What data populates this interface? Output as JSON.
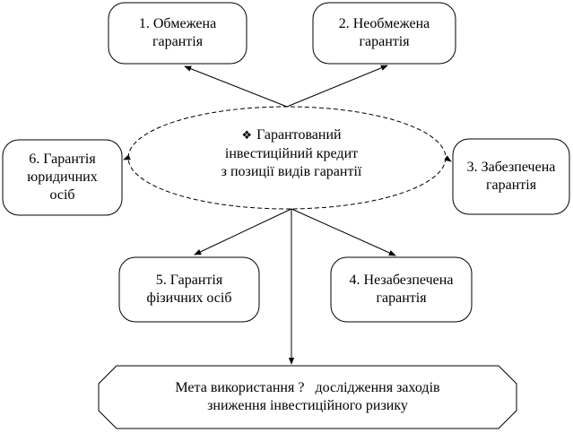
{
  "center": {
    "symbol": "❖",
    "lines": [
      "Гарантований",
      "інвестиційний кредит",
      "з позиції видів гарантії"
    ]
  },
  "nodes": {
    "n1": [
      "1. Обмежена",
      "гарантія"
    ],
    "n2": [
      "2. Необмежена",
      "гарантія"
    ],
    "n3": [
      "3. Забезпечена",
      "гарантія"
    ],
    "n4": [
      "4. Незабезпечена",
      "гарантія"
    ],
    "n5": [
      "5. Гарантія",
      "фізичних осіб"
    ],
    "n6": [
      "6. Гарантія",
      "юридичних",
      "осіб"
    ]
  },
  "goal": {
    "line1_left": "Мета використання ?",
    "line1_right": "дослідження заходів",
    "line2": "зниження інвестиційного ризику"
  }
}
